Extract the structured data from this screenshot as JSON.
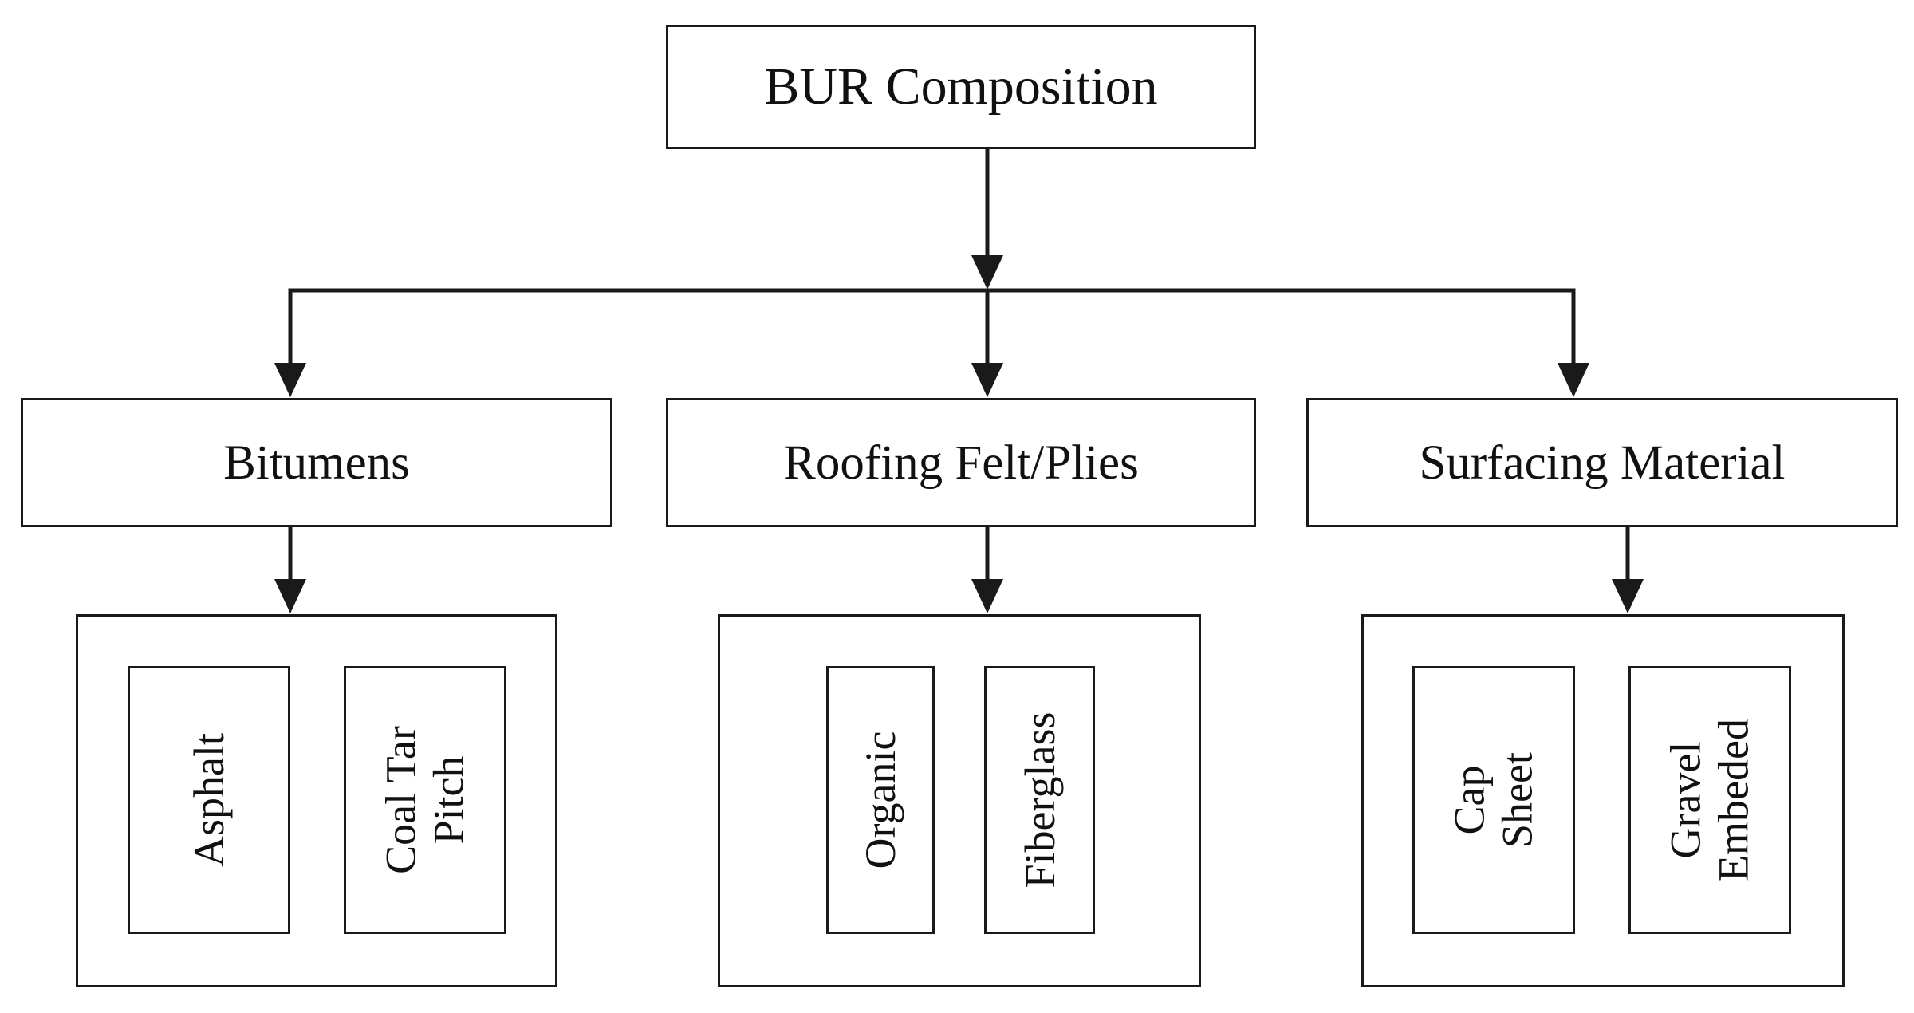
{
  "diagram": {
    "root": {
      "label": "BUR Composition"
    },
    "categories": [
      {
        "label": "Bitumens",
        "items": [
          {
            "lines": [
              "Asphalt"
            ]
          },
          {
            "lines": [
              "Coal Tar",
              "Pitch"
            ]
          }
        ]
      },
      {
        "label": "Roofing Felt/Plies",
        "items": [
          {
            "lines": [
              "Organic"
            ]
          },
          {
            "lines": [
              "Fiberglass"
            ]
          }
        ]
      },
      {
        "label": "Surfacing Material",
        "items": [
          {
            "lines": [
              "Cap",
              "Sheet"
            ]
          },
          {
            "lines": [
              "Gravel",
              "Embeded"
            ]
          }
        ]
      }
    ]
  }
}
